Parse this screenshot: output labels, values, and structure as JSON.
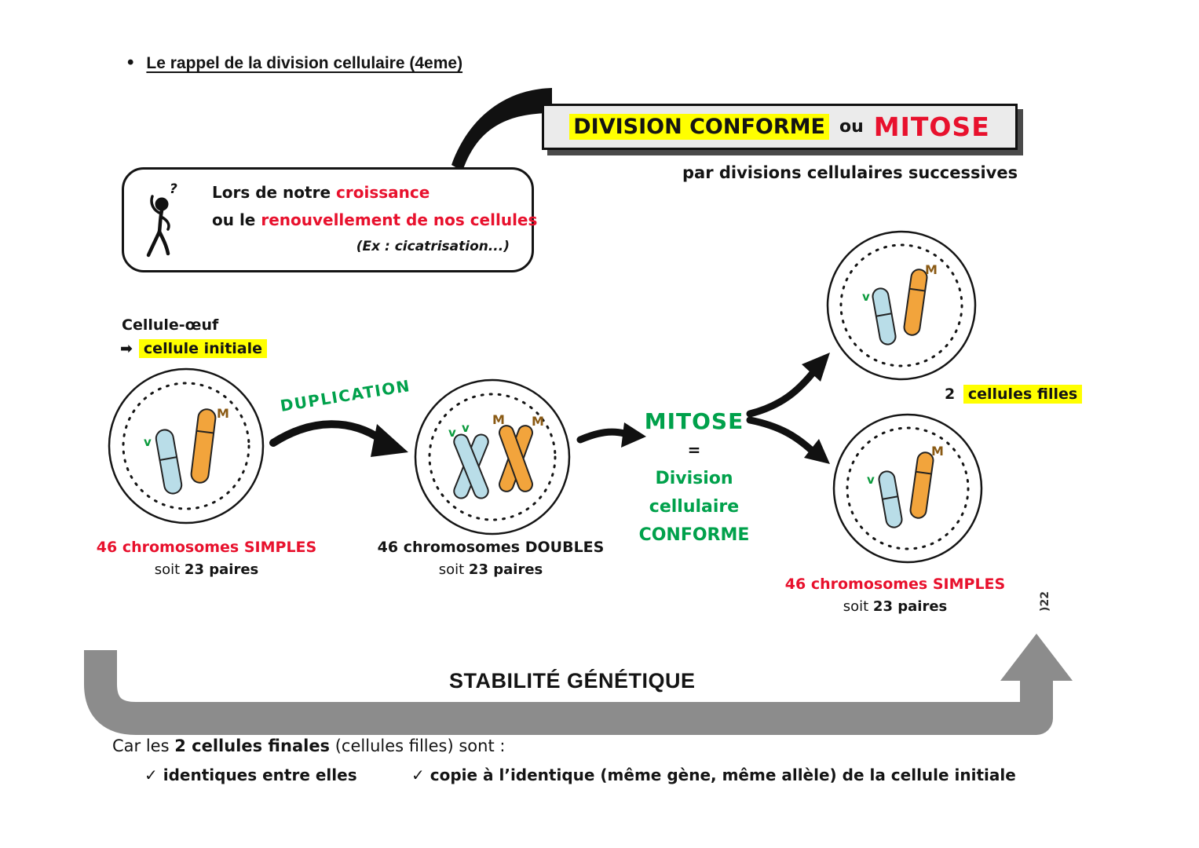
{
  "colors": {
    "red": "#e8112d",
    "green": "#00a14b",
    "highlight_yellow": "#ffff00",
    "chromosome_blue": "#b9dde8",
    "chromosome_orange": "#f2a43c",
    "label_brown": "#8a5a14",
    "label_green": "#0a9a3c",
    "arrow_gray": "#8c8c8c"
  },
  "page": {
    "title": "Le rappel de la division cellulaire (4eme)"
  },
  "header": {
    "division_conforme": "DIVISION CONFORME",
    "ou": "ou",
    "mitose": "MITOSE",
    "subtitle": "par divisions cellulaires successives"
  },
  "bubble": {
    "question_mark": "?",
    "line1_prefix": "Lors de notre ",
    "line1_red": "croissance",
    "line2_prefix": "ou le ",
    "line2_red": "renouvellement de nos cellules",
    "example": "(Ex : cicatrisation...)"
  },
  "initial_cell": {
    "name": "Cellule-œuf",
    "arrow_glyph": "➡",
    "tag": "cellule initiale",
    "caption_red": "46 chromosomes SIMPLES",
    "caption_soit": "soit ",
    "caption_pairs": "23 paires"
  },
  "duplication_label": "DUPLICATION",
  "doubled_cell": {
    "caption_black": "46 chromosomes DOUBLES",
    "caption_soit": "soit ",
    "caption_pairs": "23 paires"
  },
  "mitose": {
    "title": "MITOSE",
    "equals": "=",
    "line1": "Division",
    "line2": "cellulaire",
    "line3": "CONFORME"
  },
  "daughters": {
    "count": "2",
    "tag": "cellules filles",
    "caption_red": "46 chromosomes SIMPLES",
    "caption_soit": "soit ",
    "caption_pairs": "23 paires"
  },
  "margin_note": ")22",
  "stability_title": "STABILITÉ GÉNÉTIQUE",
  "footer": {
    "prefix": "Car les ",
    "bold": "2 cellules finales",
    "suffix": " (cellules filles) sont :",
    "check_glyph": "✓ ",
    "item1": "identiques entre elles",
    "item2": "copie à l’identique (même gène, même allèle) de la cellule initiale"
  },
  "chromosome_labels": {
    "m": "M",
    "v": "v"
  }
}
